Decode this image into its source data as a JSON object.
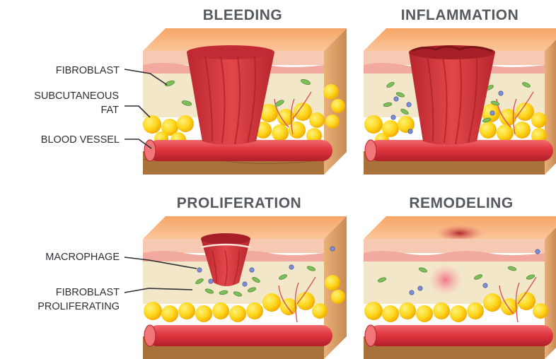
{
  "stages": {
    "bleeding": "BLEEDING",
    "inflammation": "INFLAMMATION",
    "proliferation": "PROLIFERATION",
    "remodeling": "REMODELING"
  },
  "callouts": {
    "fibroblast": "FIBROBLAST",
    "subcutaneous_line1": "SUBCUTANEOUS",
    "subcutaneous_line2": "FAT",
    "blood_vessel": "BLOOD VESSEL",
    "macrophage": "MACROPHAGE",
    "fibroblast_prolif_line1": "FIBROBLAST",
    "fibroblast_prolif_line2": "PROLIFERATING"
  },
  "colors": {
    "epidermis_top": "#f7b27a",
    "epidermis_side": "#f6c8b0",
    "dermis": "#f3e7c9",
    "fat": "#fdd51a",
    "vessel": "#e0363f",
    "wound": "#d93a3e",
    "tissue_base": "#a8723a"
  }
}
